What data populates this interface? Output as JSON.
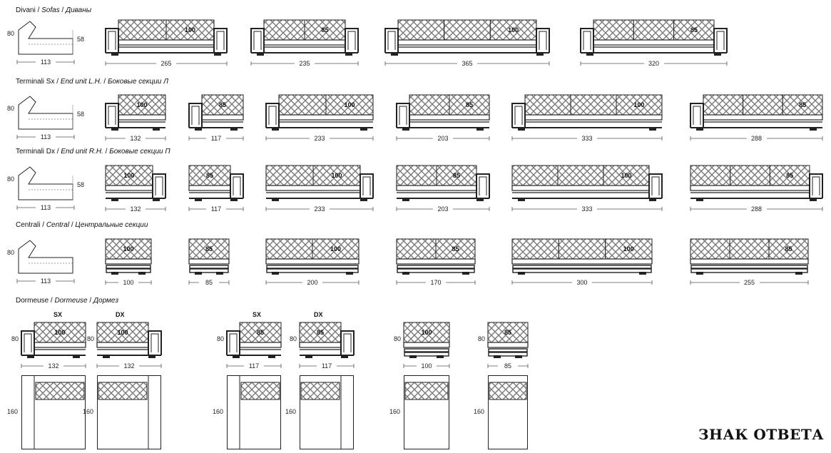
{
  "brand": "ЗНАК ОТВЕТА",
  "colors": {
    "line": "#222222",
    "pattern": "#7a7a7a"
  },
  "sections": [
    {
      "id": "sofas",
      "title": [
        "Divani",
        "Sofas",
        "Диваны"
      ],
      "profile": {
        "height": "80",
        "seat": "58",
        "depth": "113"
      },
      "items": [
        {
          "type": "sofa",
          "cushions": 2,
          "label": "100",
          "width": "265"
        },
        {
          "type": "sofa",
          "cushions": 2,
          "label": "85",
          "width": "235"
        },
        {
          "type": "sofa",
          "cushions": 3,
          "label": "100",
          "width": "365"
        },
        {
          "type": "sofa",
          "cushions": 3,
          "label": "85",
          "width": "320"
        }
      ]
    },
    {
      "id": "endsx",
      "title": [
        "Terminali Sx",
        "End unit L.H.",
        "Боковые секции Л"
      ],
      "profile": {
        "height": "80",
        "seat": "58",
        "depth": "113"
      },
      "items": [
        {
          "type": "sx",
          "cushions": 1,
          "label": "100",
          "width": "132"
        },
        {
          "type": "sx",
          "cushions": 1,
          "label": "85",
          "width": "117"
        },
        {
          "type": "sx",
          "cushions": 2,
          "label": "100",
          "width": "233"
        },
        {
          "type": "sx",
          "cushions": 2,
          "label": "85",
          "width": "203"
        },
        {
          "type": "sx",
          "cushions": 3,
          "label": "100",
          "width": "333"
        },
        {
          "type": "sx",
          "cushions": 3,
          "label": "85",
          "width": "288"
        }
      ]
    },
    {
      "id": "enddx",
      "title": [
        "Terminali Dx",
        "End unit R.H.",
        "Боковые секции П"
      ],
      "profile": {
        "height": "80",
        "seat": "58",
        "depth": "113"
      },
      "items": [
        {
          "type": "dx",
          "cushions": 1,
          "label": "100",
          "width": "132"
        },
        {
          "type": "dx",
          "cushions": 1,
          "label": "85",
          "width": "117"
        },
        {
          "type": "dx",
          "cushions": 2,
          "label": "100",
          "width": "233"
        },
        {
          "type": "dx",
          "cushions": 2,
          "label": "85",
          "width": "203"
        },
        {
          "type": "dx",
          "cushions": 3,
          "label": "100",
          "width": "333"
        },
        {
          "type": "dx",
          "cushions": 3,
          "label": "85",
          "width": "288"
        }
      ]
    },
    {
      "id": "central",
      "title": [
        "Centrali",
        "Central",
        "Центральные секции"
      ],
      "profile": {
        "height": "80",
        "seat": "",
        "depth": "113"
      },
      "items": [
        {
          "type": "central",
          "cushions": 1,
          "label": "100",
          "width": "100"
        },
        {
          "type": "central",
          "cushions": 1,
          "label": "85",
          "width": "85"
        },
        {
          "type": "central",
          "cushions": 2,
          "label": "100",
          "width": "200"
        },
        {
          "type": "central",
          "cushions": 2,
          "label": "85",
          "width": "170"
        },
        {
          "type": "central",
          "cushions": 3,
          "label": "100",
          "width": "300"
        },
        {
          "type": "central",
          "cushions": 3,
          "label": "85",
          "width": "255"
        }
      ]
    },
    {
      "id": "dormeuse",
      "title": [
        "Dormeuse",
        "Dormeuse",
        "Дормез"
      ],
      "sublabels": [
        "SX",
        "DX",
        "SX",
        "DX"
      ],
      "items": [
        {
          "type": "dsx",
          "label": "100",
          "width": "132",
          "height": "80",
          "depth": "160"
        },
        {
          "type": "ddx",
          "label": "100",
          "width": "132",
          "height": "80",
          "depth": "160"
        },
        {
          "type": "dsx",
          "label": "85",
          "width": "117",
          "height": "80",
          "depth": "160"
        },
        {
          "type": "ddx",
          "label": "85",
          "width": "117",
          "height": "80",
          "depth": "160"
        },
        {
          "type": "dcent",
          "label": "100",
          "width": "100",
          "height": "80",
          "depth": "160"
        },
        {
          "type": "dcent",
          "label": "85",
          "width": "85",
          "height": "80",
          "depth": "160"
        }
      ]
    }
  ]
}
